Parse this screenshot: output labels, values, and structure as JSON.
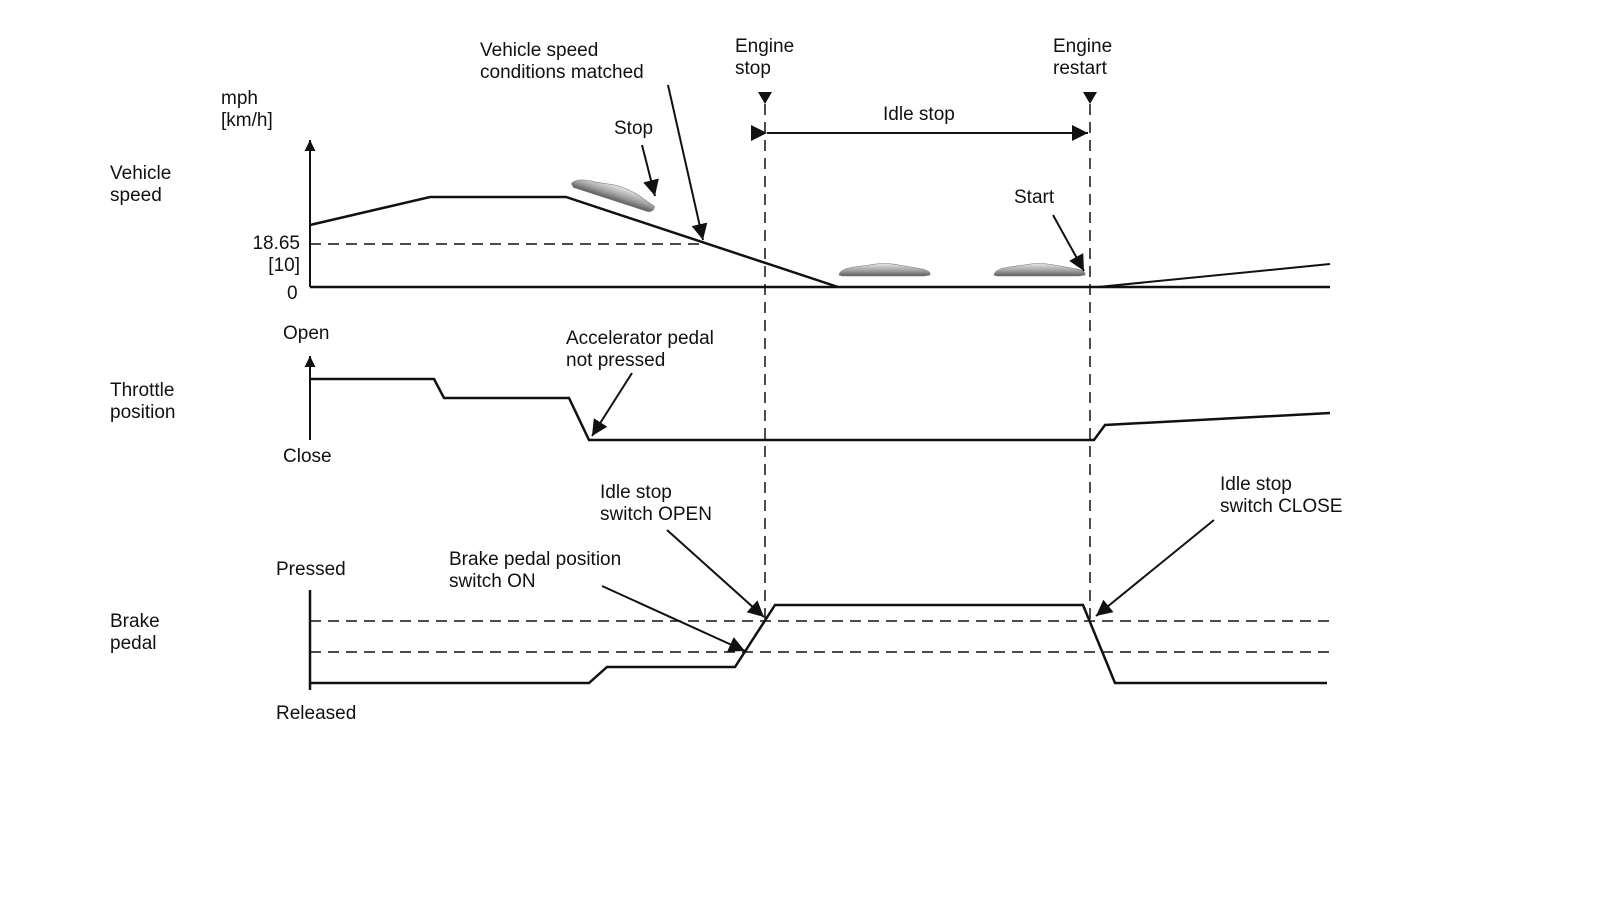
{
  "colors": {
    "line": "#111111",
    "car": "#9a9a9a",
    "background": "#ffffff"
  },
  "events": {
    "engine_stop": [
      "Engine",
      "stop"
    ],
    "engine_restart": [
      "Engine",
      "restart"
    ],
    "idle_stop": "Idle stop"
  },
  "vehicle_speed": {
    "label": [
      "Vehicle",
      "speed"
    ],
    "unit": [
      "mph",
      "[km/h]"
    ],
    "threshold": [
      "18.65",
      "[10]"
    ],
    "zero": "0",
    "annotations": {
      "conditions_matched": [
        "Vehicle speed",
        "conditions matched"
      ],
      "stop": "Stop",
      "start": "Start"
    }
  },
  "throttle": {
    "label": [
      "Throttle",
      "position"
    ],
    "open": "Open",
    "close": "Close",
    "annotation": [
      "Accelerator pedal",
      "not pressed"
    ]
  },
  "brake": {
    "label": [
      "Brake",
      "pedal"
    ],
    "pressed": "Pressed",
    "released": "Released",
    "annotations": {
      "switch_on": [
        "Brake pedal position",
        "switch ON"
      ],
      "idle_open": [
        "Idle stop",
        "switch OPEN"
      ],
      "idle_close": [
        "Idle stop",
        "switch CLOSE"
      ]
    }
  },
  "icons": [
    "car-icon",
    "arrow-head-icon",
    "event-marker-icon"
  ]
}
